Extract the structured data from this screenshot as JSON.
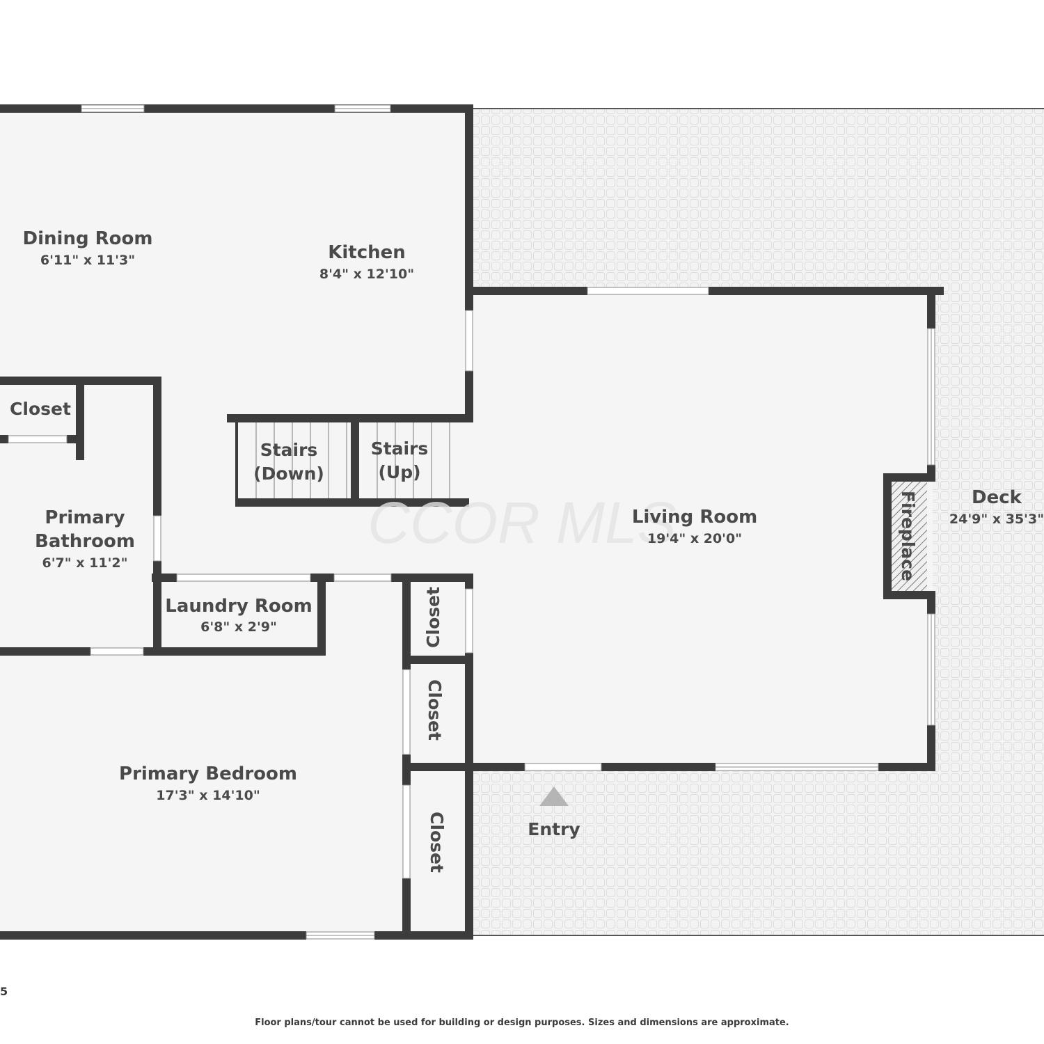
{
  "rooms": {
    "dining_room": {
      "name": "Dining Room",
      "dims": "6'11\" x 11'3\""
    },
    "kitchen": {
      "name": "Kitchen",
      "dims": "8'4\" x 12'10\""
    },
    "living_room": {
      "name": "Living Room",
      "dims": "19'4\" x 20'0\""
    },
    "deck": {
      "name": "Deck",
      "dims": "24'9\" x 35'3\""
    },
    "primary_bathroom": {
      "name_line1": "Primary",
      "name_line2": "Bathroom",
      "dims": "6'7\" x 11'2\""
    },
    "laundry_room": {
      "name": "Laundry Room",
      "dims": "6'8\" x 2'9\""
    },
    "primary_bedroom": {
      "name": "Primary Bedroom",
      "dims": "17'3\" x 14'10\""
    }
  },
  "labels": {
    "closet": "Closet",
    "stairs_down_line1": "Stairs",
    "stairs_down_line2": "(Down)",
    "stairs_up_line1": "Stairs",
    "stairs_up_line2": "(Up)",
    "fireplace": "Fireplace",
    "entry": "Entry"
  },
  "watermark": "CCOR MLS",
  "page_mark": "5",
  "footer": "Floor plans/tour cannot be used for building or design purposes. Sizes and dimensions are approximate.",
  "colors": {
    "wall": "#3c3c3c",
    "floor": "#f5f5f5",
    "deck_floor": "#f3f3f3",
    "text": "#4a4a4a"
  }
}
